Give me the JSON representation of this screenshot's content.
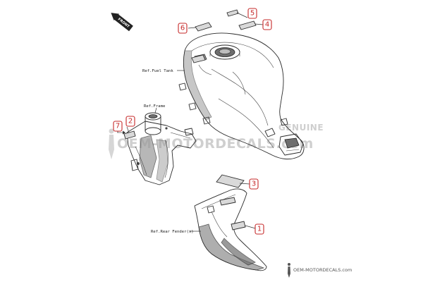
{
  "front_indicator": {
    "label": "FRONT"
  },
  "callouts": [
    {
      "id": "1",
      "label": "1"
    },
    {
      "id": "2",
      "label": "2"
    },
    {
      "id": "3",
      "label": "3"
    },
    {
      "id": "4",
      "label": "4"
    },
    {
      "id": "5",
      "label": "5"
    },
    {
      "id": "6",
      "label": "6"
    },
    {
      "id": "7",
      "label": "7"
    }
  ],
  "references": {
    "fuel_tank": "Ref.Fuel Tank",
    "frame": "Ref.Frame",
    "rear_fender": "Ref.Rear Fender(s)"
  },
  "watermark": {
    "text": "OEM-MOTORDECALS.com",
    "brand": "GENUINE",
    "footer": "OEM-MOTORDECALS.com"
  },
  "colors": {
    "callout": "#c62828",
    "line": "#2a2a2a",
    "decal_fill": "#d9d9d9",
    "shade": "#9a9a9a"
  }
}
